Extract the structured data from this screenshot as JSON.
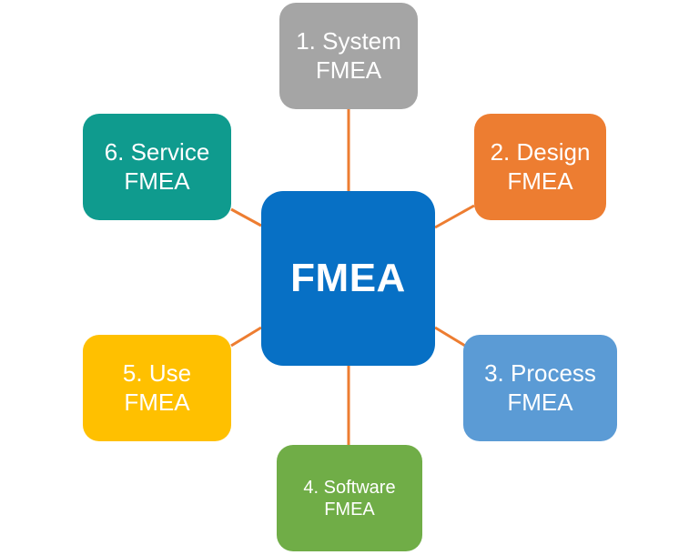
{
  "diagram": {
    "center": {
      "label": "FMEA",
      "color": "#0770c5"
    },
    "nodes": [
      {
        "id": "system",
        "label": "1. System\nFMEA",
        "color": "#a5a5a5"
      },
      {
        "id": "design",
        "label": "2. Design\nFMEA",
        "color": "#ed7d31"
      },
      {
        "id": "process",
        "label": "3. Process\nFMEA",
        "color": "#5b9bd5"
      },
      {
        "id": "software",
        "label": "4. Software\nFMEA",
        "color": "#70ad47"
      },
      {
        "id": "use",
        "label": "5. Use\nFMEA",
        "color": "#ffc000"
      },
      {
        "id": "service",
        "label": "6. Service\nFMEA",
        "color": "#0f9b8e"
      }
    ],
    "connector_color": "#ed7d31"
  }
}
